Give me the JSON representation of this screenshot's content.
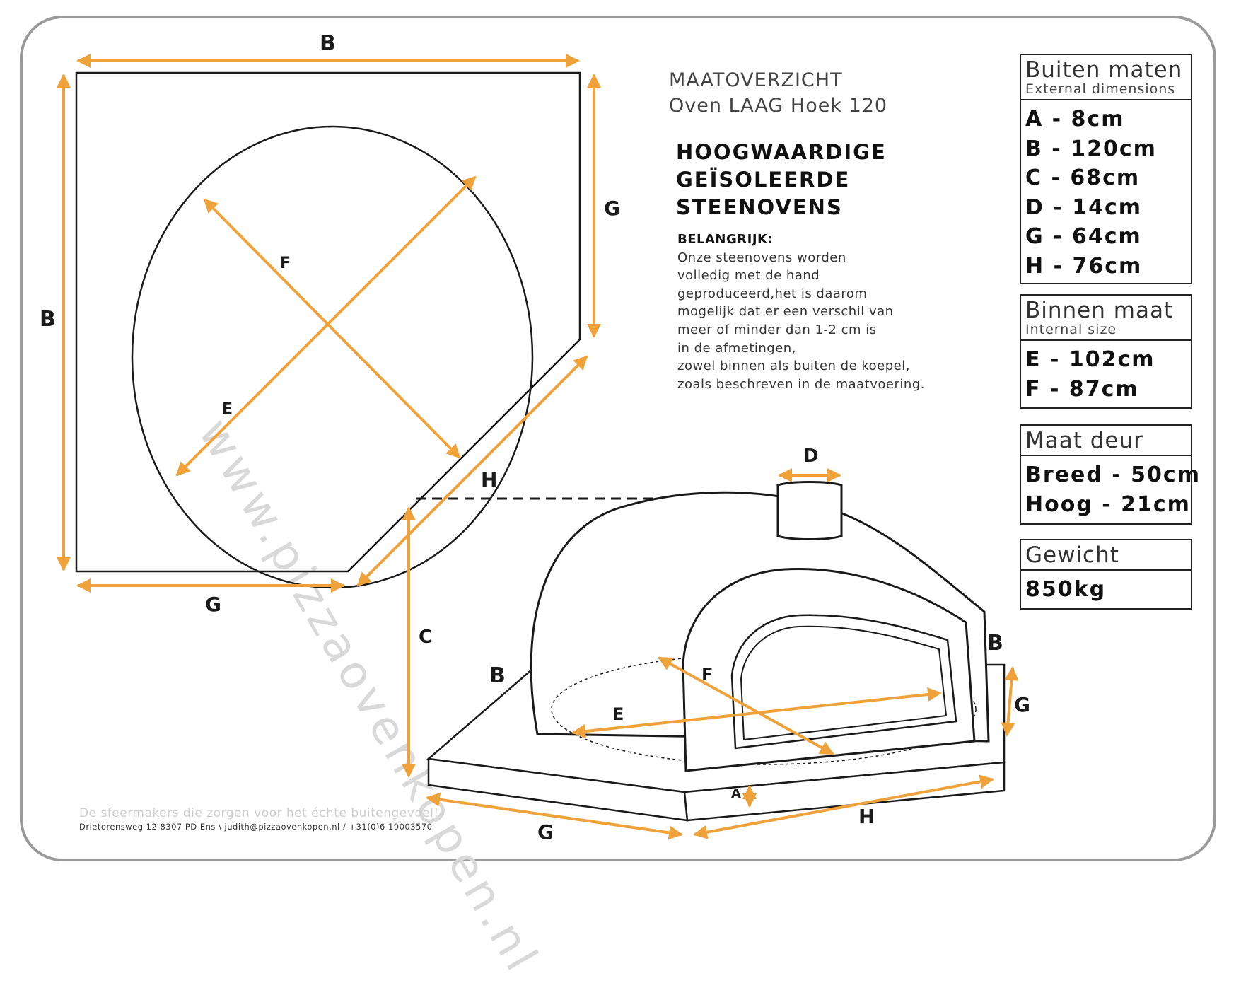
{
  "title": {
    "line1": "MAATOVERZICHT",
    "line2": "Oven LAAG Hoek 120"
  },
  "headline": [
    "HOOGWAARDIGE",
    "GEÏSOLEERDE",
    "STEENOVENS"
  ],
  "notice": {
    "heading": "BELANGRIJK:",
    "lines": [
      "Onze steenovens worden",
      "volledig met de hand",
      "geproduceerd,het is daarom",
      "mogelijk dat er een verschil van",
      "meer of minder dan 1-2 cm is",
      "in de afmetingen,",
      "zowel binnen als buiten de koepel,",
      "zoals beschreven in de maatvoering."
    ]
  },
  "boxes": {
    "external": {
      "title": "Buiten maten",
      "subtitle": "External dimensions",
      "rows": [
        "A - 8cm",
        "B - 120cm",
        "C - 68cm",
        "D - 14cm",
        "G - 64cm",
        "H - 76cm"
      ]
    },
    "internal": {
      "title": "Binnen maat",
      "subtitle": "Internal size",
      "rows": [
        "E - 102cm",
        "F - 87cm"
      ]
    },
    "door": {
      "title": "Maat deur",
      "rows": [
        "Breed - 50cm",
        "Hoog - 21cm"
      ]
    },
    "weight": {
      "title": "Gewicht",
      "rows": [
        "850kg"
      ]
    }
  },
  "labels": {
    "top_B": "B",
    "left_B": "B",
    "right_G": "G",
    "bottom_G": "G",
    "diag_H": "H",
    "top_F": "F",
    "top_E": "E",
    "side_C": "C",
    "chimney_D": "D",
    "oven_B_left": "B",
    "oven_B_right": "B",
    "oven_G_right": "G",
    "oven_F": "F",
    "oven_E": "E",
    "oven_A": "A",
    "oven_G_bottom": "G",
    "oven_H_bottom": "H"
  },
  "watermark": "www.pizzaovenkopen.nl",
  "footer": {
    "slogan": "De sfeermakers die zorgen voor het échte buitengevoel!",
    "address": "Drietorensweg 12 8307 PD Ens \\ judith@pizzaovenkopen.nl  / +31(0)6 19003570"
  },
  "colors": {
    "accent": "#f0a23a",
    "outline": "#1a1a1a",
    "frame": "#9a9a9a"
  }
}
